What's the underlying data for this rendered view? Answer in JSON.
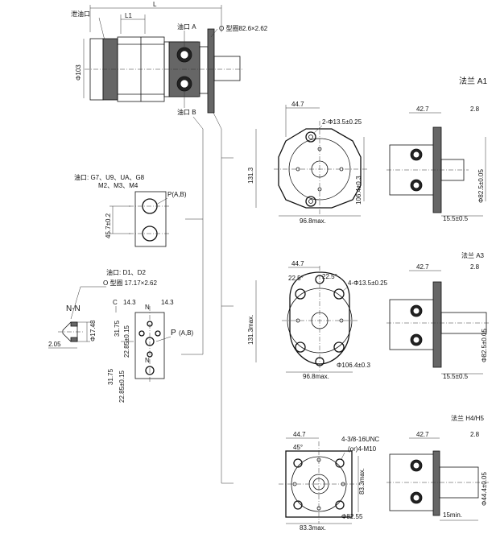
{
  "side_view": {
    "L": "L",
    "L1": "L1",
    "drain_port": "泄油口",
    "port_a": "油口 A",
    "port_b": "油口 B",
    "o_ring": "O 型圈82.6×2.62",
    "dia_103": "Φ103"
  },
  "port_g7": {
    "title_line1": "油口: G7、U9、UA、G8",
    "title_line2": "M2、M3、M4",
    "pab": "P(A,B)",
    "spacing": "45.7±0.2"
  },
  "port_d1": {
    "title": "油口: D1、D2",
    "o_ring": "O 型圈 17.17×2.62",
    "nn": "N-N",
    "c": "C",
    "d143a": "14.3",
    "d143b": "14.3",
    "n1": "N",
    "n2": "N",
    "pab": "P",
    "pab_sub": "(A,B)",
    "dia_1748": "Φ17.48",
    "d205": "2.05",
    "d3175a": "31.75",
    "d2285": "22.85±0.15",
    "d3175b": "31.75",
    "d2285b": "22.85±0.15"
  },
  "flange_a1": {
    "label": "法兰 A1",
    "d447": "44.7",
    "holes": "2-Φ13.5±0.25",
    "d1313": "131.3",
    "d1064": "106.4±0.3",
    "d968": "96.8max.",
    "d427": "42.7",
    "d28": "2.8",
    "d825": "Φ82.5±0.05",
    "d155": "15.5±0.5"
  },
  "flange_a3": {
    "label": "法兰 A3",
    "d447": "44.7",
    "d225a": "22.5°",
    "d225b": "22.5°",
    "holes": "4-Φ13.5±0.25",
    "d1313": "131.3max.",
    "d1064": "Φ106.4±0.3",
    "d968": "96.8max.",
    "d427": "42.7",
    "d28": "2.8",
    "d825": "Φ82.5±0.05",
    "d155": "15.5±0.5"
  },
  "flange_h4": {
    "label": "法兰 H4/H5",
    "d447": "44.7",
    "d45": "45°",
    "holes1": "4-3/8-16UNC",
    "holes2": "(or)4-M10",
    "d833max": "83.3max.",
    "d833": "83.3max.",
    "d8255": "Φ82.55",
    "d427": "42.7",
    "d28": "2.8",
    "d444": "Φ44.4±0.05",
    "d15": "15min."
  }
}
